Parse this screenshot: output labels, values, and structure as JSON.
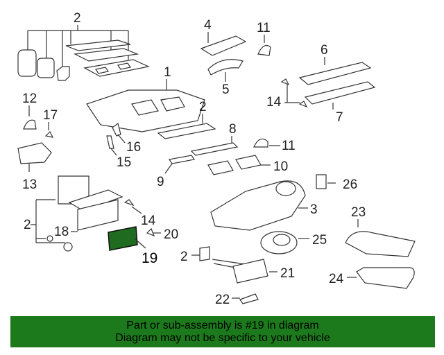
{
  "callouts": {
    "c1": "1",
    "c2a": "2",
    "c2b": "2",
    "c2c": "2",
    "c2d": "2",
    "c3": "3",
    "c4": "4",
    "c5": "5",
    "c6": "6",
    "c7": "7",
    "c8": "8",
    "c9": "9",
    "c10": "10",
    "c11a": "11",
    "c11b": "11",
    "c12": "12",
    "c13": "13",
    "c14a": "14",
    "c14b": "14",
    "c15": "15",
    "c16": "16",
    "c17": "17",
    "c18": "18",
    "c19": "19",
    "c20": "20",
    "c21": "21",
    "c22": "22",
    "c23": "23",
    "c24": "24",
    "c25": "25",
    "c26": "26"
  },
  "highlight_color": "#1f6b1f",
  "banner": {
    "line1": "Part or sub-assembly is #19 in diagram",
    "line2": "Diagram may not be specific to your vehicle",
    "color": "#1c7a1c"
  }
}
